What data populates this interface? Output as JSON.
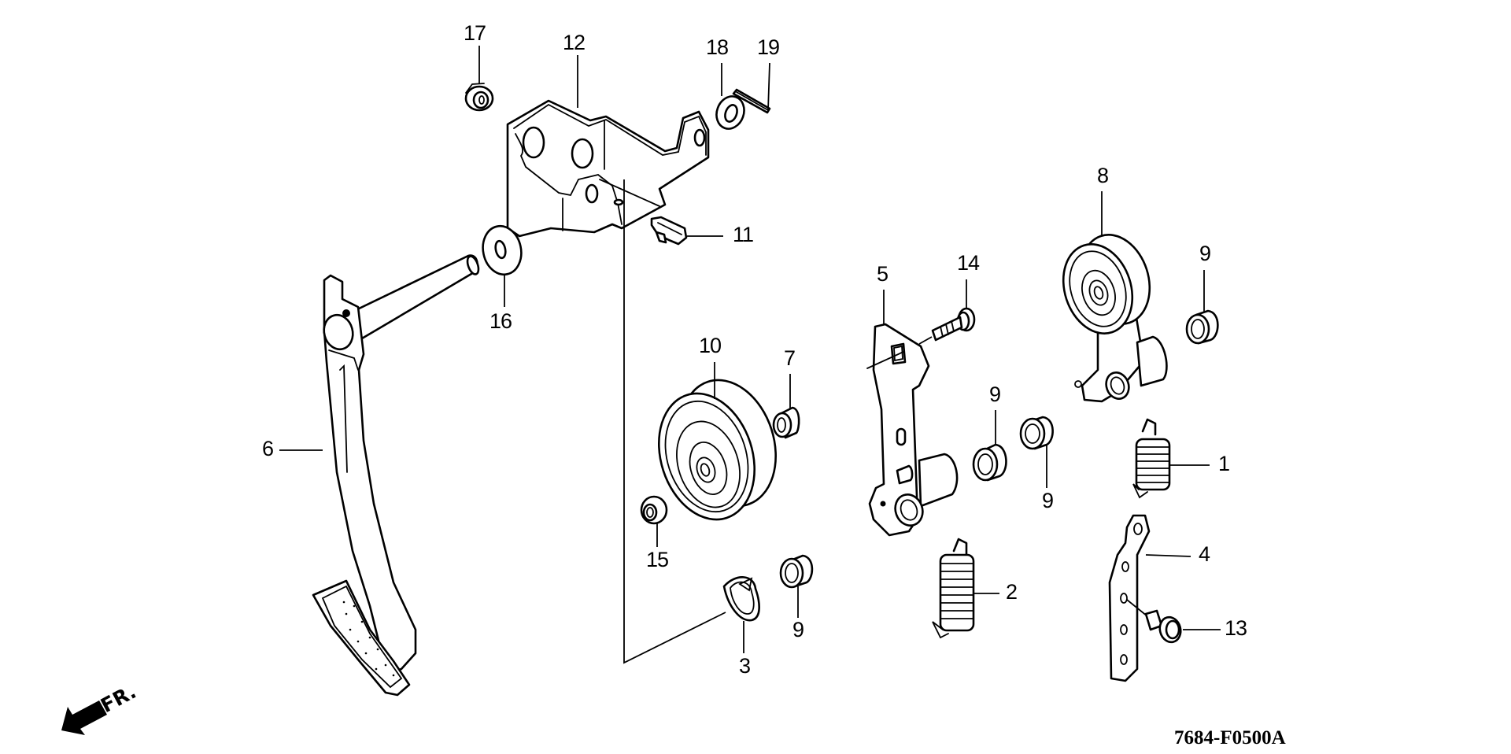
{
  "diagram": {
    "title": "Tension pulley / clutch pedal parts diagram",
    "diagram_code": "7684-F0500A",
    "front_indicator": {
      "label": "FR.",
      "icon": "front-direction-arrow-icon"
    },
    "callouts": [
      {
        "id": "c1",
        "number": "1",
        "part": "tension-spring-upper"
      },
      {
        "id": "c2",
        "number": "2",
        "part": "tension-spring-lower"
      },
      {
        "id": "c3",
        "number": "3",
        "part": "clip"
      },
      {
        "id": "c4",
        "number": "4",
        "part": "spring-plate"
      },
      {
        "id": "c5",
        "number": "5",
        "part": "tension-arm"
      },
      {
        "id": "c6",
        "number": "6",
        "part": "pedal-arm"
      },
      {
        "id": "c7",
        "number": "7",
        "part": "collar"
      },
      {
        "id": "c8",
        "number": "8",
        "part": "tension-pulley-assembly"
      },
      {
        "id": "c9a",
        "number": "9",
        "part": "bushing"
      },
      {
        "id": "c9b",
        "number": "9",
        "part": "bushing"
      },
      {
        "id": "c9c",
        "number": "9",
        "part": "bushing"
      },
      {
        "id": "c9d",
        "number": "9",
        "part": "bushing"
      },
      {
        "id": "c10",
        "number": "10",
        "part": "idler-pulley"
      },
      {
        "id": "c11",
        "number": "11",
        "part": "clamp"
      },
      {
        "id": "c12",
        "number": "12",
        "part": "pedal-bracket"
      },
      {
        "id": "c13",
        "number": "13",
        "part": "flange-bolt"
      },
      {
        "id": "c14",
        "number": "14",
        "part": "flange-bolt-small"
      },
      {
        "id": "c15",
        "number": "15",
        "part": "flange-nut"
      },
      {
        "id": "c16",
        "number": "16",
        "part": "washer"
      },
      {
        "id": "c17",
        "number": "17",
        "part": "flange-nut-top"
      },
      {
        "id": "c18",
        "number": "18",
        "part": "washer-small"
      },
      {
        "id": "c19",
        "number": "19",
        "part": "cotter-pin"
      }
    ]
  }
}
